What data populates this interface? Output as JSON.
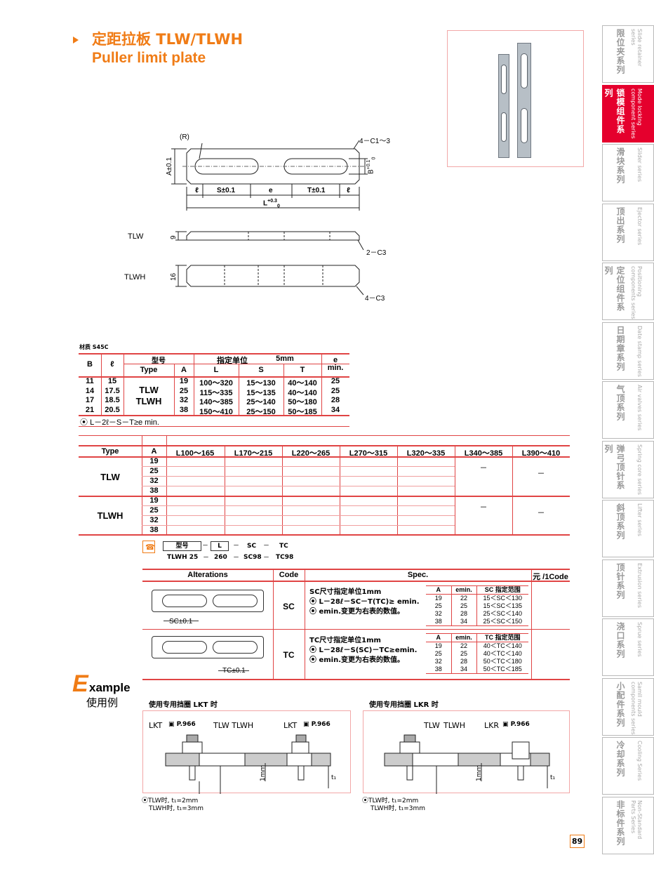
{
  "header": {
    "title_cn": "定距拉板 TLW/TLWH",
    "title_en": "Puller limit plate"
  },
  "drawing": {
    "r_label": "(R)",
    "chamfer_top": "4－C1～3",
    "a_tol": "A±0.1",
    "b_tol": "B",
    "b_sup": "+0.1",
    "b_sub": "0",
    "dim_l": "ℓ",
    "dim_s": "S±0.1",
    "dim_e": "e",
    "dim_t": "T±0.1",
    "dim_l2": "ℓ",
    "dim_L": "L",
    "dim_L_sup": "+0.3",
    "dim_L_sub": "0",
    "tlw_label": "TLW",
    "tlw_thick": "9",
    "tlw_chamfer": "2－C3",
    "tlwh_label": "TLWH",
    "tlwh_thick": "16",
    "tlwh_chamfer": "4－C3"
  },
  "material": "材质 S45C",
  "spec_table": {
    "h_b": "B",
    "h_l": "ℓ",
    "h_model": "型号",
    "h_type": "Type",
    "h_a": "A",
    "h_unit": "指定单位",
    "h_5mm": "5mm",
    "h_L": "L",
    "h_S": "S",
    "h_T": "T",
    "h_e": "e",
    "h_emin": "min.",
    "types": [
      "TLW",
      "TLWH"
    ],
    "rows": [
      {
        "b": "11",
        "l": "15",
        "a": "19",
        "L": "100～320",
        "S": "15～130",
        "T": "40～140",
        "e": "25"
      },
      {
        "b": "14",
        "l": "17.5",
        "a": "25",
        "L": "115～335",
        "S": "15～135",
        "T": "40～140",
        "e": "25"
      },
      {
        "b": "17",
        "l": "18.5",
        "a": "32",
        "L": "140～385",
        "S": "25～140",
        "T": "50～180",
        "e": "28"
      },
      {
        "b": "21",
        "l": "20.5",
        "a": "38",
        "L": "150～410",
        "S": "25～150",
        "T": "50～185",
        "e": "34"
      }
    ],
    "note": "L－2ℓ－S－T≥e min."
  },
  "price_table": {
    "h_type": "Type",
    "h_a": "A",
    "cols": [
      "L100～165",
      "L170～215",
      "L220～265",
      "L270～315",
      "L320～335",
      "L340～385",
      "L390～410"
    ],
    "groups": [
      {
        "type": "TLW",
        "a": [
          "19",
          "25",
          "32",
          "38"
        ]
      },
      {
        "type": "TLWH",
        "a": [
          "19",
          "25",
          "32",
          "38"
        ]
      }
    ],
    "dash": "－"
  },
  "order": {
    "model": "型号",
    "L": "L",
    "SC": "SC",
    "TC": "TC",
    "sep": "－",
    "ex1": "TLWH 25",
    "ex2": "260",
    "ex3": "SC98",
    "ex4": "TC98"
  },
  "alterations": {
    "h_alt": "Alterations",
    "h_code": "Code",
    "h_spec": "Spec.",
    "h_price": "元 /1Code",
    "sc": {
      "code": "SC",
      "dim": "SC±0.1",
      "line1": "SC尺寸指定单位1mm",
      "line2": "L－28ℓ－SC－T(TC)≥ emin.",
      "line3": "emin.变更为右表的数值。",
      "h_a": "A",
      "h_emin": "emin.",
      "h_range": "SC 指定范围",
      "rows": [
        {
          "a": "19",
          "e": "22",
          "r": "15＜SC＜130"
        },
        {
          "a": "25",
          "e": "25",
          "r": "15＜SC＜135"
        },
        {
          "a": "32",
          "e": "28",
          "r": "25＜SC＜140"
        },
        {
          "a": "38",
          "e": "34",
          "r": "25＜SC＜150"
        }
      ]
    },
    "tc": {
      "code": "TC",
      "dim": "TC±0.1",
      "line1": "TC尺寸指定单位1mm",
      "line2": "L－28ℓ－S(SC)－TC≥emin.",
      "line3": "emin.变更为右表的数值。",
      "h_a": "A",
      "h_emin": "emin.",
      "h_range": "TC 指定范围",
      "rows": [
        {
          "a": "19",
          "e": "22",
          "r": "40＜TC＜140"
        },
        {
          "a": "25",
          "e": "25",
          "r": "40＜TC＜140"
        },
        {
          "a": "32",
          "e": "28",
          "r": "50＜TC＜180"
        },
        {
          "a": "38",
          "e": "34",
          "r": "50＜TC＜185"
        }
      ]
    }
  },
  "example": {
    "title_e": "E",
    "title_rest": "xample",
    "title_cn": "使用例",
    "lkt_heading": "使用专用挡圈 LKT 时",
    "lkr_heading": "使用专用挡圈 LKR 时",
    "lkt_label1": "LKT",
    "lkt_ref": "P.966",
    "tlw_tlwh": "TLW TLWH",
    "lkt_label2": "LKT",
    "lkt_ref2": "P.966",
    "one_mm": "1mm",
    "t1": "t₁",
    "lkr_tlw": "TLW",
    "lkr_tlwh": "TLWH",
    "lkr_label": "LKR",
    "lkr_ref": "P.966",
    "note1_a": "TLW时,  t₁=2mm",
    "note1_b": "TLWH时, t₁=3mm",
    "note2_a": "TLW时,  t₁=2mm",
    "note2_b": "TLWH时, t₁=3mm"
  },
  "sidebar": [
    {
      "cn": "限位夹系列",
      "en": "Slide retainer series"
    },
    {
      "cn": "锁模组件系列",
      "en": "Mode locking component series"
    },
    {
      "cn": "滑块系列",
      "en": "Slider series"
    },
    {
      "cn": "顶出系列",
      "en": "Ejector series"
    },
    {
      "cn": "定位组件系列",
      "en": "Positioning components series"
    },
    {
      "cn": "日期章系列",
      "en": "Date stamp series"
    },
    {
      "cn": "气顶系列",
      "en": "Air valves series"
    },
    {
      "cn": "弹弓顶针系列",
      "en": "Spring core series"
    },
    {
      "cn": "斜顶系列",
      "en": "Lifter series"
    },
    {
      "cn": "顶针系列",
      "en": "Extrusion series"
    },
    {
      "cn": "浇口系列",
      "en": "Sprue series"
    },
    {
      "cn": "小配件系列",
      "en": "Samll mould components series"
    },
    {
      "cn": "冷却系列",
      "en": "Cooling Series"
    },
    {
      "cn": "非标件系列",
      "en": "Non-Standard Parts Series"
    }
  ],
  "page": "89",
  "colors": {
    "accent": "#f07c16",
    "red": "#e5002d",
    "rule": "#e04444"
  }
}
